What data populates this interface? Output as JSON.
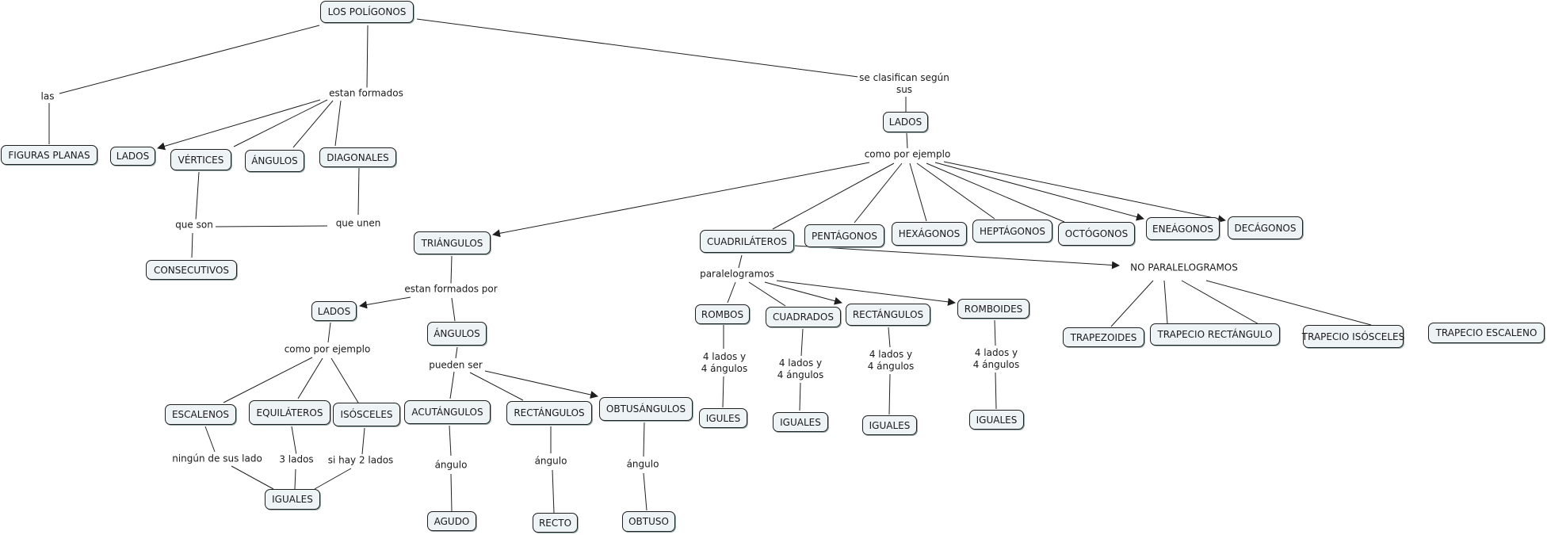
{
  "title": "LOS POLÍGONOS",
  "colors": {
    "node_fill": "#eef3f6",
    "node_border": "#1f1f1f",
    "line": "#1f1f1f",
    "background": "#ffffff"
  },
  "nodes": {
    "root": "LOS POLÍGONOS",
    "figuras_planas": "FIGURAS PLANAS",
    "lados_1": "LADOS",
    "vertices": "VÉRTICES",
    "angulos_1": "ÁNGULOS",
    "diagonales": "DIAGONALES",
    "consecutivos": "CONSECUTIVOS",
    "lados_2": "LADOS",
    "triangulos": "TRIÁNGULOS",
    "lados_3": "LADOS",
    "angulos_2": "ÁNGULOS",
    "escalenos": "ESCALENOS",
    "equilateros": "EQUILÁTEROS",
    "isosceles": "ISÓSCELES",
    "iguales_1": "IGUALES",
    "acutangulos": "ACUTÁNGULOS",
    "rectangulos_1": "RECTÁNGULOS",
    "obtusangulos": "OBTUSÁNGULOS",
    "agudo": "AGUDO",
    "recto": "RECTO",
    "obtuso": "OBTUSO",
    "cuadrilateros": "CUADRILÁTEROS",
    "pentagonos": "PENTÁGONOS",
    "hexagonos": "HEXÁGONOS",
    "heptagonos": "HEPTÁGONOS",
    "octogonos": "OCTÓGONOS",
    "eneagonos": "ENEÁGONOS",
    "decagonos": "DECÁGONOS",
    "rombos": "ROMBOS",
    "cuadrados": "CUADRADOS",
    "rectangulos_2": "RECTÁNGULOS",
    "romboides": "ROMBOIDES",
    "igules": "IGULES",
    "iguales_2": "IGUALES",
    "iguales_3": "IGUALES",
    "iguales_4": "IGUALES",
    "trapezoides": "TRAPEZOIDES",
    "trapecio_rectangulo": "TRAPECIO RECTÁNGULO",
    "trapecio_isosceles": "TRAPECIO ISÓSCELES",
    "trapecio_escaleno": "TRAPECIO ESCALENO"
  },
  "phrases": {
    "las": "las",
    "estan_formados": "estan formados",
    "se_clasifican": "se clasifican según\nsus",
    "que_son": "que son",
    "que_unen": "que unen",
    "como_por_ejemplo_1": "como por ejemplo",
    "estan_formados_por": "estan formados por",
    "como_por_ejemplo_2": "como por ejemplo",
    "pueden_ser": "pueden ser",
    "ningun_de_sus_lado": "ningún de sus lado",
    "tres_lados": "3 lados",
    "si_hay_2_lados": "si hay 2 lados",
    "angulo_1": "ángulo",
    "angulo_2": "ángulo",
    "angulo_3": "ángulo",
    "paralelogramos": "paralelogramos",
    "no_paralelogramos": "NO PARALELOGRAMOS",
    "cuatro_lados_1": "4 lados y\n4 ángulos",
    "cuatro_lados_2": "4 lados y\n4 ángulos",
    "cuatro_lados_3": "4 lados y\n4 ángulos",
    "cuatro_lados_4": "4 lados y\n4 ángulos"
  }
}
